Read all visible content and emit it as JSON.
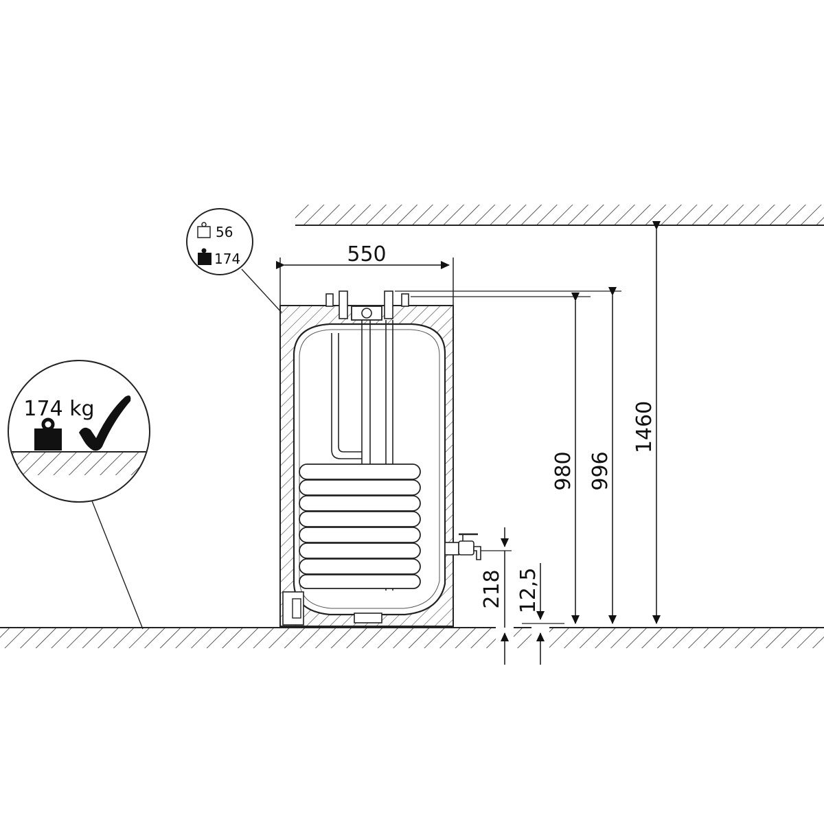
{
  "diagram": {
    "weight_badge": {
      "empty_weight": "56",
      "full_weight": "174"
    },
    "floor_load_badge": {
      "weight_text": "174 kg",
      "weight_icon": "weight-icon",
      "check_icon": "checkmark-icon"
    },
    "dimensions": {
      "width": "550",
      "height_980": "980",
      "height_996": "996",
      "room_height": "1460",
      "outlet_height": "218",
      "foot_height": "12,5"
    }
  }
}
